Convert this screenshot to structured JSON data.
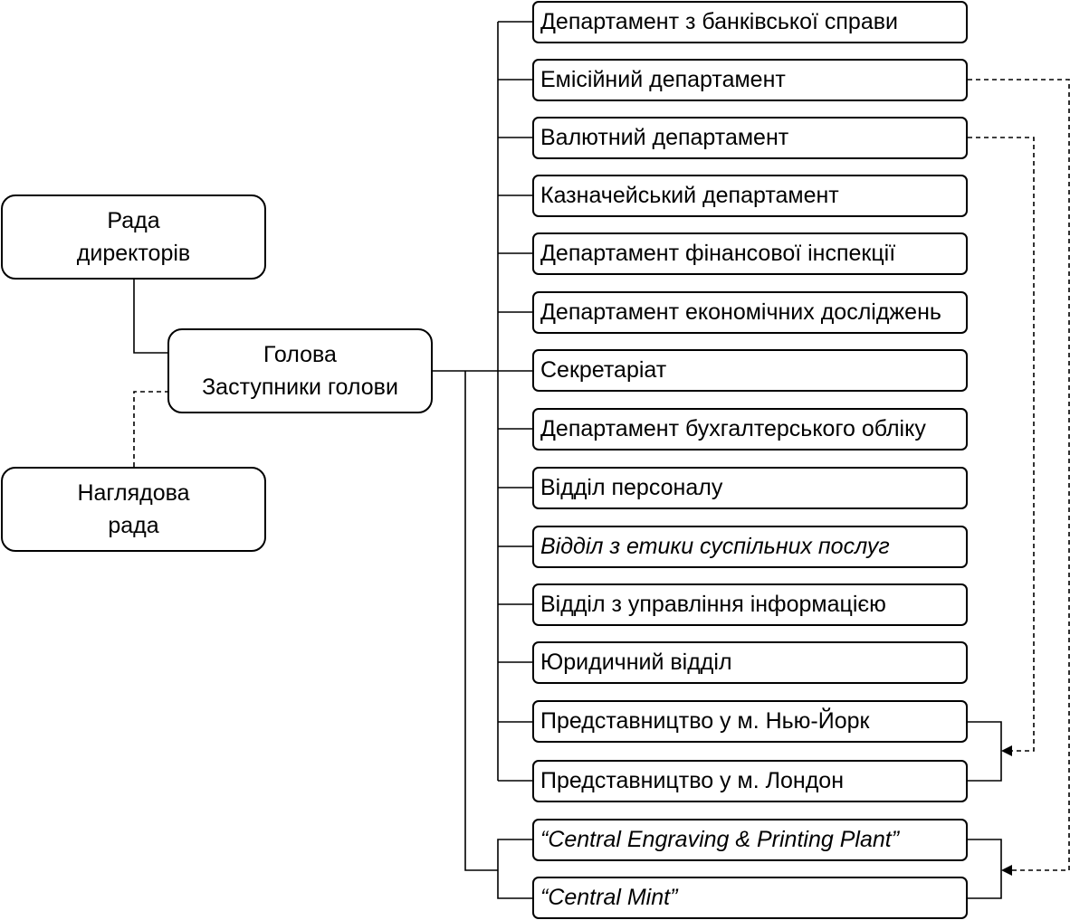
{
  "boxes": {
    "board_of_directors": [
      "Рада",
      "директорів"
    ],
    "governor": [
      "Голова",
      "Заступники голови"
    ],
    "supervisory_board": [
      "Наглядова",
      "рада"
    ]
  },
  "departments": [
    {
      "label": "Департамент з банківської справи",
      "italic": false
    },
    {
      "label": "Емісійний департамент",
      "italic": false
    },
    {
      "label": "Валютний департамент",
      "italic": false
    },
    {
      "label": "Казначейський департамент",
      "italic": false
    },
    {
      "label": "Департамент фінансової інспекції",
      "italic": false
    },
    {
      "label": "Департамент економічних досліджень",
      "italic": false
    },
    {
      "label": "Секретаріат",
      "italic": false
    },
    {
      "label": "Департамент бухгалтерського обліку",
      "italic": false
    },
    {
      "label": "Відділ персоналу",
      "italic": false
    },
    {
      "label": "Відділ з етики суспільних послуг",
      "italic": true
    },
    {
      "label": "Відділ з управління інформацією",
      "italic": false
    },
    {
      "label": "Юридичний відділ",
      "italic": false
    },
    {
      "label": "Представництво у м. Нью-Йорк",
      "italic": false
    },
    {
      "label": "Представництво у м. Лондон",
      "italic": false
    },
    {
      "label": "“Central Engraving & Printing Plant”",
      "italic": true
    },
    {
      "label": "“Central Mint”",
      "italic": true
    }
  ]
}
